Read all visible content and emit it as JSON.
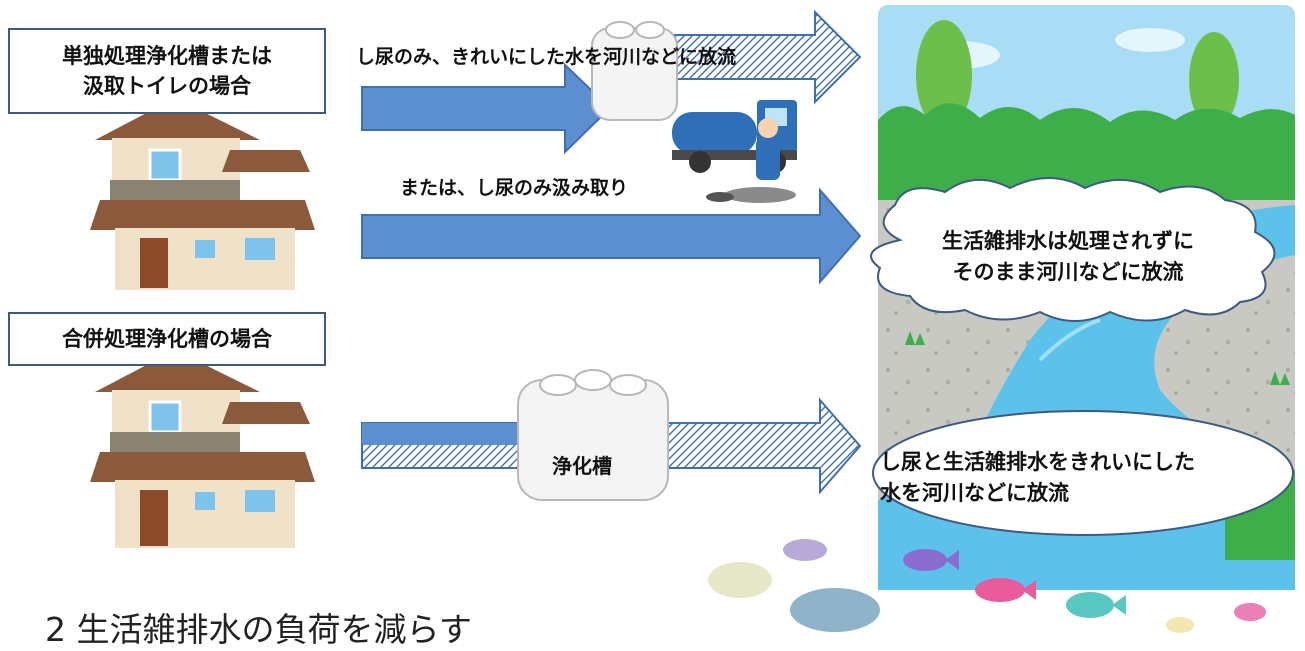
{
  "case1": {
    "label": "単独処理浄化槽または\n汲取トイレの場合",
    "upper_caption": "し尿のみ、きれいにした水を河川などに放流",
    "lower_caption": "または、し尿のみ汲み取り"
  },
  "case2": {
    "label": "合併処理浄化槽の場合",
    "tank_label": "浄化槽"
  },
  "river": {
    "cloud_text": "生活雑排水は処理されずに\nそのまま河川などに放流",
    "ellipse_text": "し尿と生活雑排水をきれいにした\n水を河川などに放流"
  },
  "section_title": "2  生活雑排水の負荷を減らす",
  "colors": {
    "arrow_blue": "#5b8fd0",
    "arrow_border": "#3f6fb0",
    "box_border": "#3d5a80",
    "river_blue": "#5cc2ec",
    "grass_green": "#3dae49"
  }
}
